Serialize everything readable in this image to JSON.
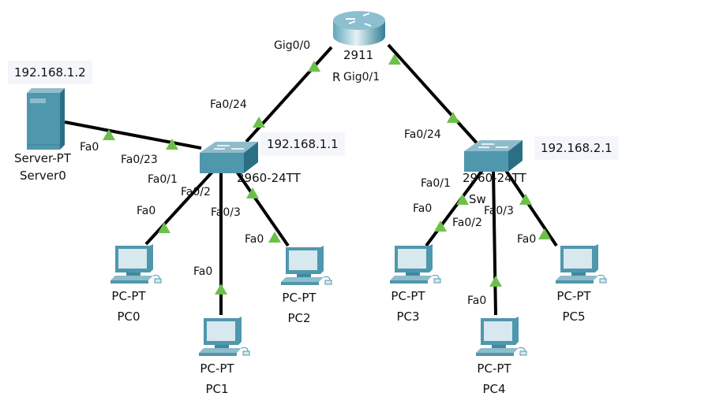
{
  "colors": {
    "link": "#000000",
    "link_up": "#6cc04a",
    "device": "#4a98b0",
    "ip_bg": "#f4f6fc"
  },
  "router": {
    "model": "2911",
    "name_partial": "R",
    "ports": {
      "to_switch0": "Gig0/0",
      "to_switch1": "Gig0/1"
    }
  },
  "switch0": {
    "model": "2960-24TT",
    "ip": "192.168.1.1",
    "ports": {
      "uplink": "Fa0/24",
      "server": "Fa0/23",
      "pc0": "Fa0/1",
      "pc1": "Fa0/2",
      "pc2": "Fa0/3"
    }
  },
  "switch1": {
    "model": "2960-24TT",
    "name_partial": "Sw",
    "ip": "192.168.2.1",
    "ports": {
      "uplink": "Fa0/24",
      "pc3": "Fa0/1",
      "pc4": "Fa0/2",
      "pc5": "Fa0/3"
    }
  },
  "server": {
    "type": "Server-PT",
    "name": "Server0",
    "ip": "192.168.1.2",
    "port": "Fa0"
  },
  "pcs": [
    {
      "type": "PC-PT",
      "name": "PC0",
      "port": "Fa0"
    },
    {
      "type": "PC-PT",
      "name": "PC1",
      "port": "Fa0"
    },
    {
      "type": "PC-PT",
      "name": "PC2",
      "port": "Fa0"
    },
    {
      "type": "PC-PT",
      "name": "PC3",
      "port": "Fa0"
    },
    {
      "type": "PC-PT",
      "name": "PC4",
      "port": "Fa0"
    },
    {
      "type": "PC-PT",
      "name": "PC5",
      "port": "Fa0"
    }
  ]
}
